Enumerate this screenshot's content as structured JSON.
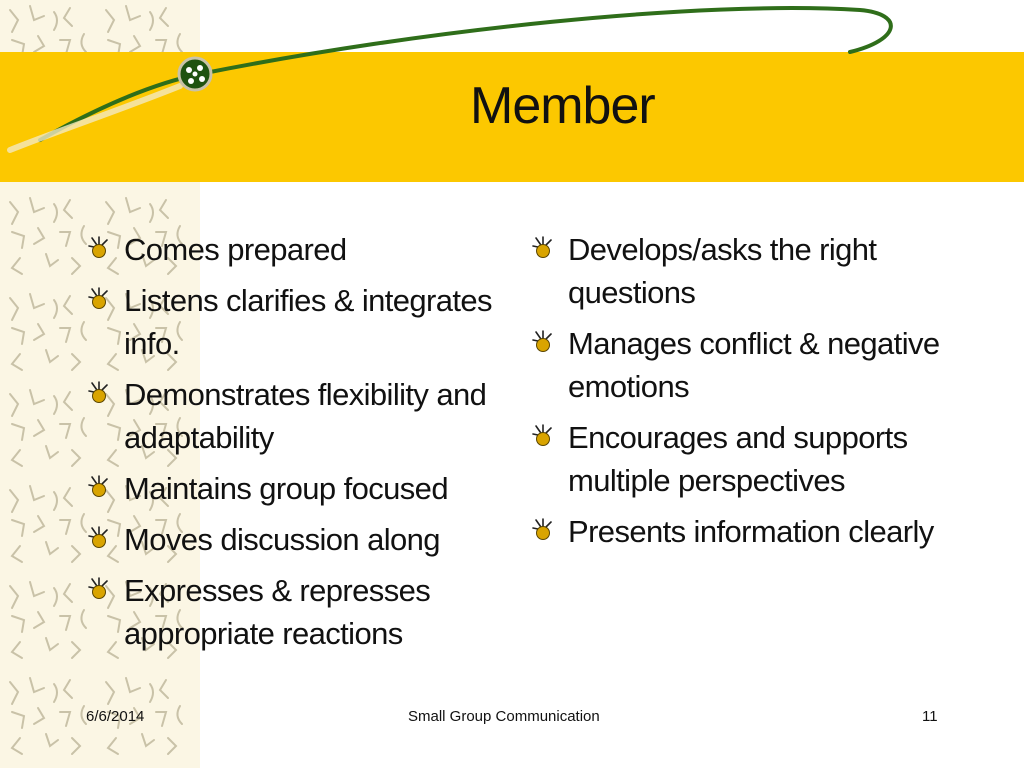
{
  "slide": {
    "title": "Member",
    "left_bullets": [
      "Comes prepared",
      "Listens clarifies & integrates info.",
      "Demonstrates flexibility and adaptability",
      "Maintains group focused",
      "Moves discussion along",
      "Expresses & represses appropriate reactions"
    ],
    "right_bullets": [
      "Develops/asks the right questions",
      "Manages conflict & negative emotions",
      "Encourages and supports multiple perspectives",
      "Presents information clearly"
    ],
    "footer": {
      "date": "6/6/2014",
      "center": "Small Group Communication",
      "page": "11"
    }
  },
  "colors": {
    "band": "#fcc800",
    "swoosh": "#2f6e1a",
    "bullet": "#d9a400",
    "pattern": "#c9c2a8",
    "text": "#111111"
  },
  "icons": {
    "bullet": "flower-bullet-icon",
    "knot": "green-knot-icon"
  }
}
